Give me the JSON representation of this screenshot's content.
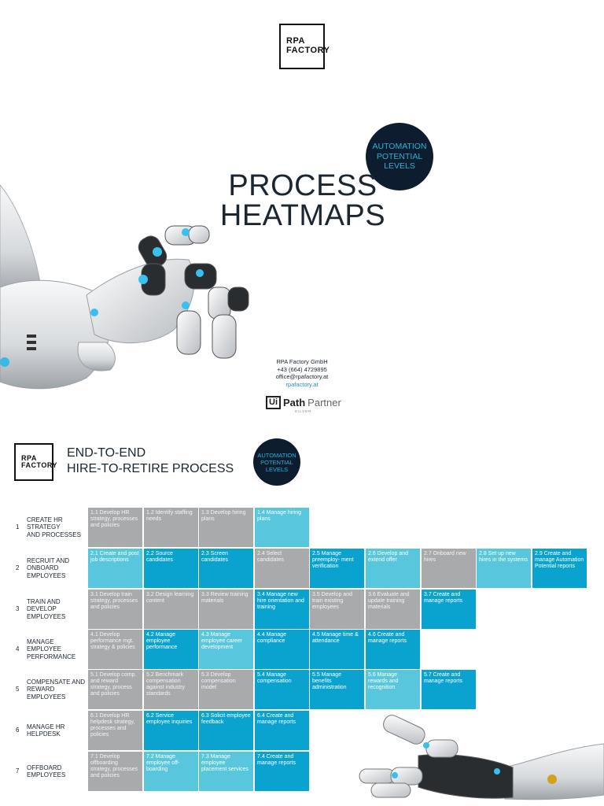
{
  "logo": {
    "line1": "RPA",
    "line2": "FACTORY"
  },
  "badge": {
    "line1": "AUTOMATION",
    "line2": "POTENTIAL",
    "line3": "LEVELS"
  },
  "cover": {
    "title_line1": "PROCESS",
    "title_line2": "HEATMAPS"
  },
  "contact": {
    "company": "RPA Factory GmbH",
    "phone": "+43 (664) 4729895",
    "email": "office@rpafactory.at",
    "website": "rpafactory.at"
  },
  "partner": {
    "ui": "Ui",
    "path": "Path",
    "partner": "Partner",
    "tier": "SILVER"
  },
  "section": {
    "title_line1": "END-TO-END",
    "title_line2": "HIRE-TO-RETIRE PROCESS"
  },
  "colors": {
    "gray": "#a9aaac",
    "light": "#58c6dc",
    "dark": "#0aa3cf",
    "navy": "#0d1c2e"
  },
  "rows": [
    {
      "num": "1",
      "label_lines": [
        "CREATE HR",
        "STRATEGY",
        "AND PROCESSES"
      ],
      "cells": [
        {
          "text": "1.1 Develop HR strategy, processes and policies",
          "level": "gray"
        },
        {
          "text": "1.2 Identify staffing needs",
          "level": "gray"
        },
        {
          "text": "1.3 Develop hiring plans",
          "level": "gray"
        },
        {
          "text": "1.4 Manage hiring plans",
          "level": "light"
        }
      ]
    },
    {
      "num": "2",
      "label_lines": [
        "RECRUIT AND",
        "ONBOARD",
        "EMPLOYEES"
      ],
      "cells": [
        {
          "text": "2.1 Create and post job descriptions",
          "level": "light"
        },
        {
          "text": "2.2 Source candidates",
          "level": "dark"
        },
        {
          "text": "2.3 Screen candidates",
          "level": "dark"
        },
        {
          "text": "2.4 Select candidates",
          "level": "gray"
        },
        {
          "text": "2.5 Manage preemploy- ment verification",
          "level": "dark"
        },
        {
          "text": "2.6 Develop and extend offer",
          "level": "light"
        },
        {
          "text": "2.7 Onboard new hires",
          "level": "gray"
        },
        {
          "text": "2.8 Set up new hires in the systems",
          "level": "light"
        },
        {
          "text": "2.9 Create and manage Automation Potential reports",
          "level": "dark"
        }
      ]
    },
    {
      "num": "3",
      "label_lines": [
        "TRAIN AND",
        "DEVELOP",
        "EMPLOYEES"
      ],
      "cells": [
        {
          "text": "3.1 Develop train strategy, processes and policies",
          "level": "gray"
        },
        {
          "text": "3.2 Design learning content",
          "level": "gray"
        },
        {
          "text": "3.3 Review training materials",
          "level": "gray"
        },
        {
          "text": "3.4 Manage new hire orientation and training",
          "level": "dark"
        },
        {
          "text": "3.5 Develop and train existing employees",
          "level": "gray"
        },
        {
          "text": "3.6 Evaluate and update training materials",
          "level": "gray"
        },
        {
          "text": "3.7 Create and manage reports",
          "level": "dark"
        }
      ]
    },
    {
      "num": "4",
      "label_lines": [
        "MANAGE",
        "EMPLOYEE",
        "PERFORMANCE"
      ],
      "cells": [
        {
          "text": "4.1 Develop performance mgt. strategy & policies",
          "level": "gray"
        },
        {
          "text": "4.2 Manage employee performance",
          "level": "dark"
        },
        {
          "text": "4.3 Manage employee career development",
          "level": "light"
        },
        {
          "text": "4.4 Manage compliance",
          "level": "dark"
        },
        {
          "text": "4.5 Manage time & attendance",
          "level": "dark"
        },
        {
          "text": "4.6 Create and manage reports",
          "level": "dark"
        }
      ]
    },
    {
      "num": "5",
      "label_lines": [
        "COMPENSATE AND",
        "REWARD",
        "EMPLOYEES"
      ],
      "cells": [
        {
          "text": "5.1 Develop comp. and reward strategy, process and policies",
          "level": "gray"
        },
        {
          "text": "5.2 Benchmark compensation against industry standards",
          "level": "gray"
        },
        {
          "text": "5.3 Develop compensation model",
          "level": "gray"
        },
        {
          "text": "5.4 Manage compensation",
          "level": "dark"
        },
        {
          "text": "5.5 Manage benefits administration",
          "level": "dark"
        },
        {
          "text": "5.6 Manage rewards and recognition",
          "level": "light"
        },
        {
          "text": "5.7 Create and manage reports",
          "level": "dark"
        }
      ]
    },
    {
      "num": "6",
      "label_lines": [
        "MANAGE HR",
        "HELPDESK"
      ],
      "cells": [
        {
          "text": "6.1 Develop HR helpdesk strategy, processes and policies",
          "level": "gray"
        },
        {
          "text": "6.2 Service employee inquiries",
          "level": "dark"
        },
        {
          "text": "6.3 Solicit employee feedback",
          "level": "dark"
        },
        {
          "text": "6.4 Create and manage reports",
          "level": "dark"
        }
      ]
    },
    {
      "num": "7",
      "label_lines": [
        "OFFBOARD",
        "EMPLOYEES"
      ],
      "cells": [
        {
          "text": "7.1 Develop offboarding strategy, processes and policies",
          "level": "gray"
        },
        {
          "text": "7.2 Manage employee off-boarding",
          "level": "light"
        },
        {
          "text": "7.3 Manage employee placement services",
          "level": "light"
        },
        {
          "text": "7.4 Create and manage reports",
          "level": "dark"
        }
      ]
    }
  ]
}
